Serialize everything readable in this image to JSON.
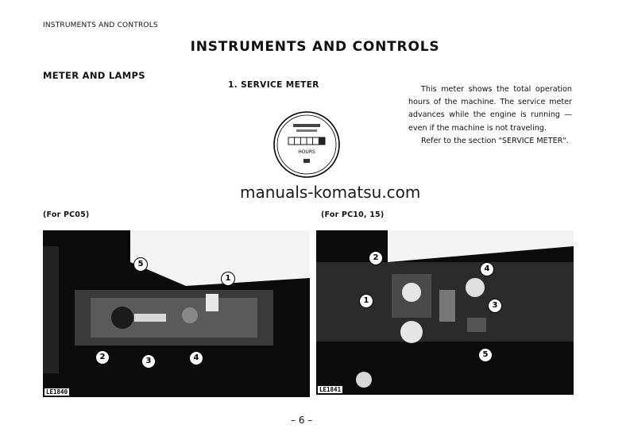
{
  "header": {
    "running_head": "INSTRUMENTS AND CONTROLS"
  },
  "title": "INSTRUMENTS AND CONTROLS",
  "section": {
    "title": "METER AND LAMPS",
    "subtitle": "1. SERVICE METER",
    "paragraph1": "This meter shows the total operation hours of the machine. The service meter advances while the engine is running — even if the machine is not traveling.",
    "paragraph2": "Refer to the section \"SERVICE METER\".",
    "meter_hours_label": "HOURS"
  },
  "watermark": "manuals-komatsu.com",
  "figures": {
    "left": {
      "caption": "(For PC05)",
      "photo_id": "LE1840",
      "callouts": [
        "1",
        "2",
        "3",
        "4",
        "5"
      ]
    },
    "right": {
      "caption": "(For PC10, 15)",
      "photo_id": "LE1841",
      "callouts": [
        "1",
        "2",
        "3",
        "4",
        "5"
      ]
    }
  },
  "footer": {
    "page_number": "– 6 –"
  }
}
